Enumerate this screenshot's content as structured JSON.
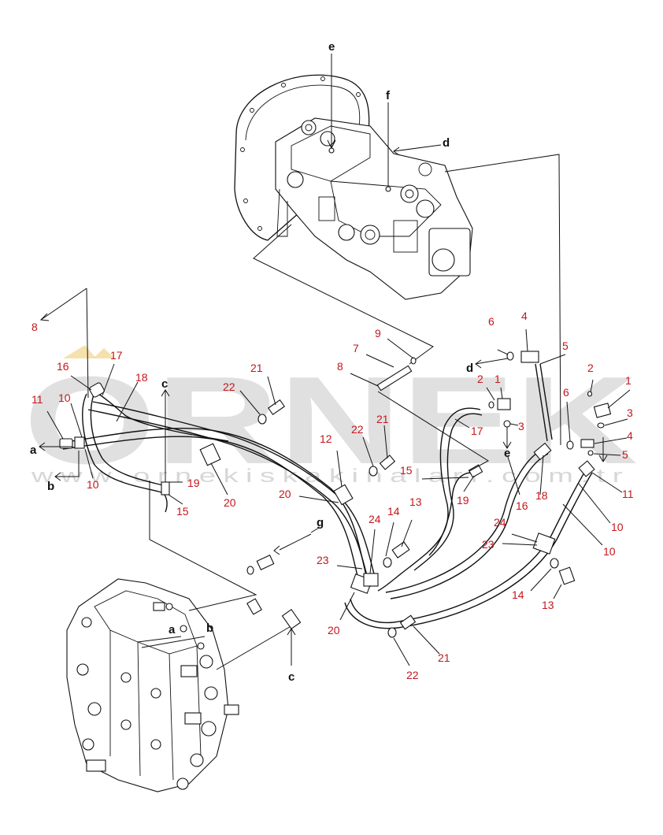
{
  "watermark": {
    "brand": "ORNEK",
    "url": "www.ornekiskakinaları.com.tr",
    "color": "#c8c8c8",
    "accent": "#f2d48a"
  },
  "colors": {
    "callout": "#c4161c",
    "linework": "#111111"
  },
  "callouts": {
    "n1a": "1",
    "n1b": "1",
    "n2a": "2",
    "n2b": "2",
    "n3a": "3",
    "n3b": "3",
    "n4a": "4",
    "n4b": "4",
    "n5a": "5",
    "n5b": "5",
    "n6a": "6",
    "n6b": "6",
    "n7": "7",
    "n8": "8",
    "n9": "9",
    "n10a": "10",
    "n10b": "10",
    "n10c": "10",
    "n10d": "10",
    "n11a": "11",
    "n11b": "11",
    "n12": "12",
    "n13a": "13",
    "n13b": "13",
    "n14a": "14",
    "n14b": "14",
    "n15a": "15",
    "n15b": "15",
    "n16a": "16",
    "n16b": "16",
    "n17a": "17",
    "n17b": "17",
    "n18a": "18",
    "n18b": "18",
    "n19a": "19",
    "n19b": "19",
    "n20a": "20",
    "n20b": "20",
    "n20c": "20",
    "n21a": "21",
    "n21b": "21",
    "n21c": "21",
    "n22a": "22",
    "n22b": "22",
    "n22c": "22",
    "n23a": "23",
    "n23b": "23",
    "n24a": "24",
    "n24b": "24"
  },
  "connection_letters": {
    "a1": "a",
    "a2": "a",
    "b1": "b",
    "b2": "b",
    "c1": "c",
    "c2": "c",
    "d1": "d",
    "d2": "d",
    "e1": "e",
    "e2": "e",
    "f": "f",
    "g": "g",
    "edge8": "8"
  }
}
